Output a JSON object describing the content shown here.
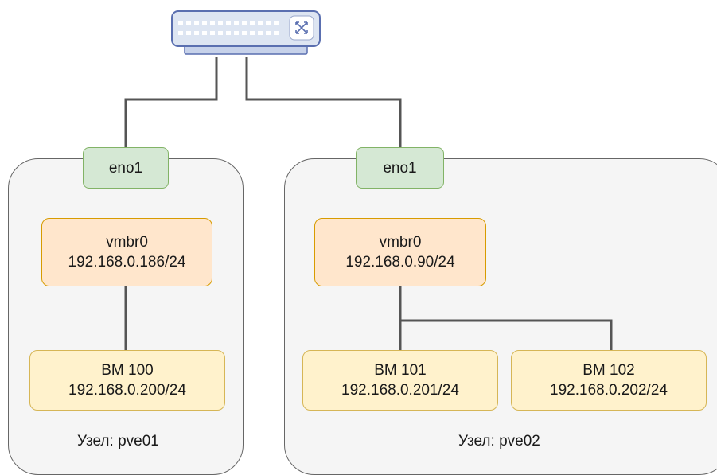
{
  "colors": {
    "wire": "#555555",
    "node_fill": "#f5f5f5",
    "node_border": "#666666",
    "nic_fill": "#d5e8d4",
    "nic_border": "#82b366",
    "bridge_fill": "#ffe6cc",
    "bridge_border": "#d79b00",
    "vm_fill": "#fff2cc",
    "vm_border": "#d6b656",
    "switch_body": "#dde5f2",
    "switch_border": "#5a6fb0"
  },
  "icons": {
    "switch": "network-switch-icon"
  },
  "nodes": [
    {
      "label": "Узел: pve01",
      "nic": "eno1",
      "bridge": {
        "name": "vmbr0",
        "ip": "192.168.0.186/24"
      },
      "vms": [
        {
          "name": "ВМ 100",
          "ip": "192.168.0.200/24"
        }
      ]
    },
    {
      "label": "Узел: pve02",
      "nic": "eno1",
      "bridge": {
        "name": "vmbr0",
        "ip": "192.168.0.90/24"
      },
      "vms": [
        {
          "name": "ВМ 101",
          "ip": "192.168.0.201/24"
        },
        {
          "name": "ВМ 102",
          "ip": "192.168.0.202/24"
        }
      ]
    }
  ]
}
